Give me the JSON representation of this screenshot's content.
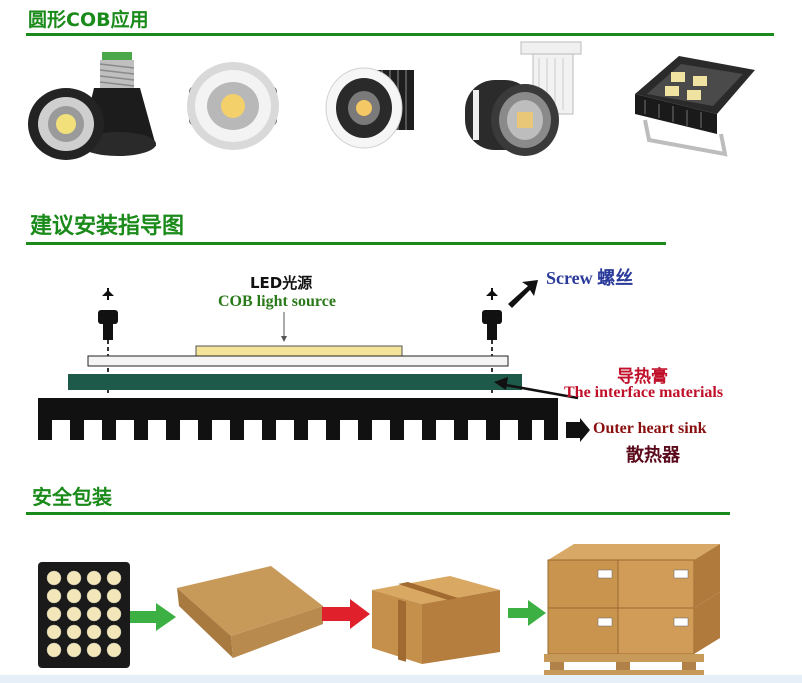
{
  "sections": {
    "cob_app": {
      "title": "圆形COB应用"
    },
    "install": {
      "title": "建议安装指导图"
    },
    "packing": {
      "title": "安全包装"
    }
  },
  "diagram": {
    "led_cn": "LED光源",
    "led_en": "COB light source",
    "screw": "Screw 螺丝",
    "paste_cn": "导热膏",
    "paste_en": "The interface materials",
    "sink_en": "Outer heart sink",
    "sink_cn": "散热器"
  },
  "colors": {
    "section": "#1a8a1a",
    "screw_label": "#2a3a9a",
    "paste_label": "#c0102a",
    "sink_en_label": "#8a1010",
    "sink_cn_label": "#5a0a1a",
    "led_en_label": "#2a7a1a",
    "interface_layer": "#1e5a4a",
    "arrow_green": "#3cb043",
    "arrow_red": "#e0202a"
  }
}
